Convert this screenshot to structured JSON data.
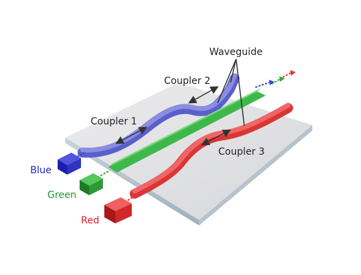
{
  "labels": {
    "waveguide": "Waveguide",
    "coupler1": "Coupler 1",
    "coupler2": "Coupler 2",
    "coupler3": "Coupler 3",
    "blue": "Blue",
    "green": "Green",
    "red": "Red"
  },
  "colors": {
    "blue": "#3a3fd1",
    "blue_guide": "#7a7fdc",
    "green": "#2fa83c",
    "green_guide": "#6fd06f",
    "red": "#e83434",
    "red_guide": "#f05050",
    "chip": "#dcdde0"
  }
}
